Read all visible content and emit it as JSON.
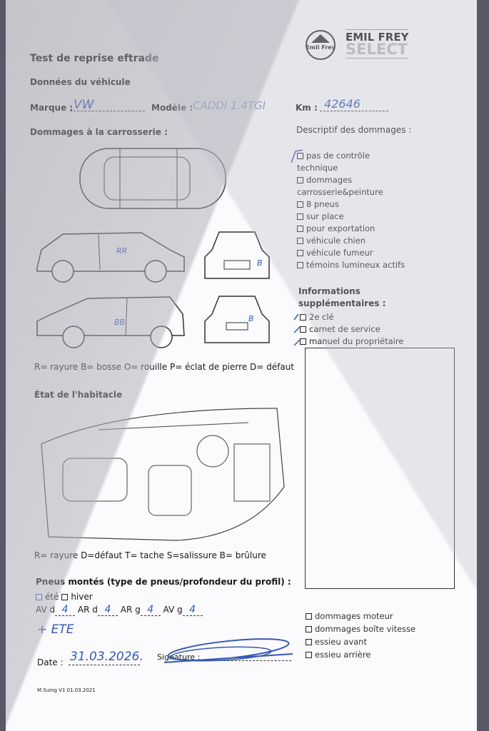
{
  "logo": {
    "brand": "Emil Frey",
    "line1": "EMIL FREY",
    "line2": "SELECT"
  },
  "title": "Test de reprise eftrade",
  "vehicle": {
    "heading": "Données du véhicule",
    "brand_label": "Marque :",
    "brand_value": "VW",
    "model_label": "Modèle :",
    "model_value": "CADDI 1.4TGI",
    "km_label": "Km :",
    "km_value": "42646"
  },
  "body_damage": {
    "heading": "Dommages à la carrosserie :",
    "marks": [
      "RR",
      "B",
      "BB",
      "B"
    ],
    "legend": "R= rayure B= bosse O= rouille P= éclat de pierre D= défaut"
  },
  "damage_desc": {
    "heading": "Descriptif des dommages :",
    "items": [
      {
        "label": "pas de contrôle technique",
        "checked": true
      },
      {
        "label": "dommages carrosserie&peinture",
        "checked": false
      },
      {
        "label": "8 pneus",
        "checked": false
      },
      {
        "label": "sur place",
        "checked": false
      },
      {
        "label": "pour exportation",
        "checked": false
      },
      {
        "label": "véhicule chien",
        "checked": false
      },
      {
        "label": "véhicule fumeur",
        "checked": false
      },
      {
        "label": "témoins lumineux actifs",
        "checked": false
      }
    ]
  },
  "extra": {
    "heading1": "Informations",
    "heading2": "supplémentaires :",
    "items": [
      {
        "label": "2e clé",
        "checked": true
      },
      {
        "label": "carnet de service",
        "checked": true
      },
      {
        "label": "manuel du propriétaire",
        "checked": true
      }
    ]
  },
  "interior": {
    "heading": "État de l'habitacle",
    "legend": "R= rayure D=défaut T= tache S=salissure B= brûlure"
  },
  "tires": {
    "heading": "Pneus montés (type de pneus/profondeur du profil) :",
    "summer": "été",
    "winter": "hiver",
    "summer_checked": true,
    "avd_label": "AV d",
    "avd": "4",
    "ard_label": "AR d",
    "ard": "4",
    "arg_label": "AR g",
    "arg": "4",
    "avg_label": "AV g",
    "avg": "4",
    "note": "+ ETE"
  },
  "other": {
    "items": [
      "dommages moteur",
      "dommages boîte vitesse",
      "essieu avant",
      "essieu arrière"
    ]
  },
  "date_label": "Date :",
  "date_value": "31.03.2026.",
  "signature_label": "Signature :",
  "footer": "M.Suing V1 01.03.2021"
}
